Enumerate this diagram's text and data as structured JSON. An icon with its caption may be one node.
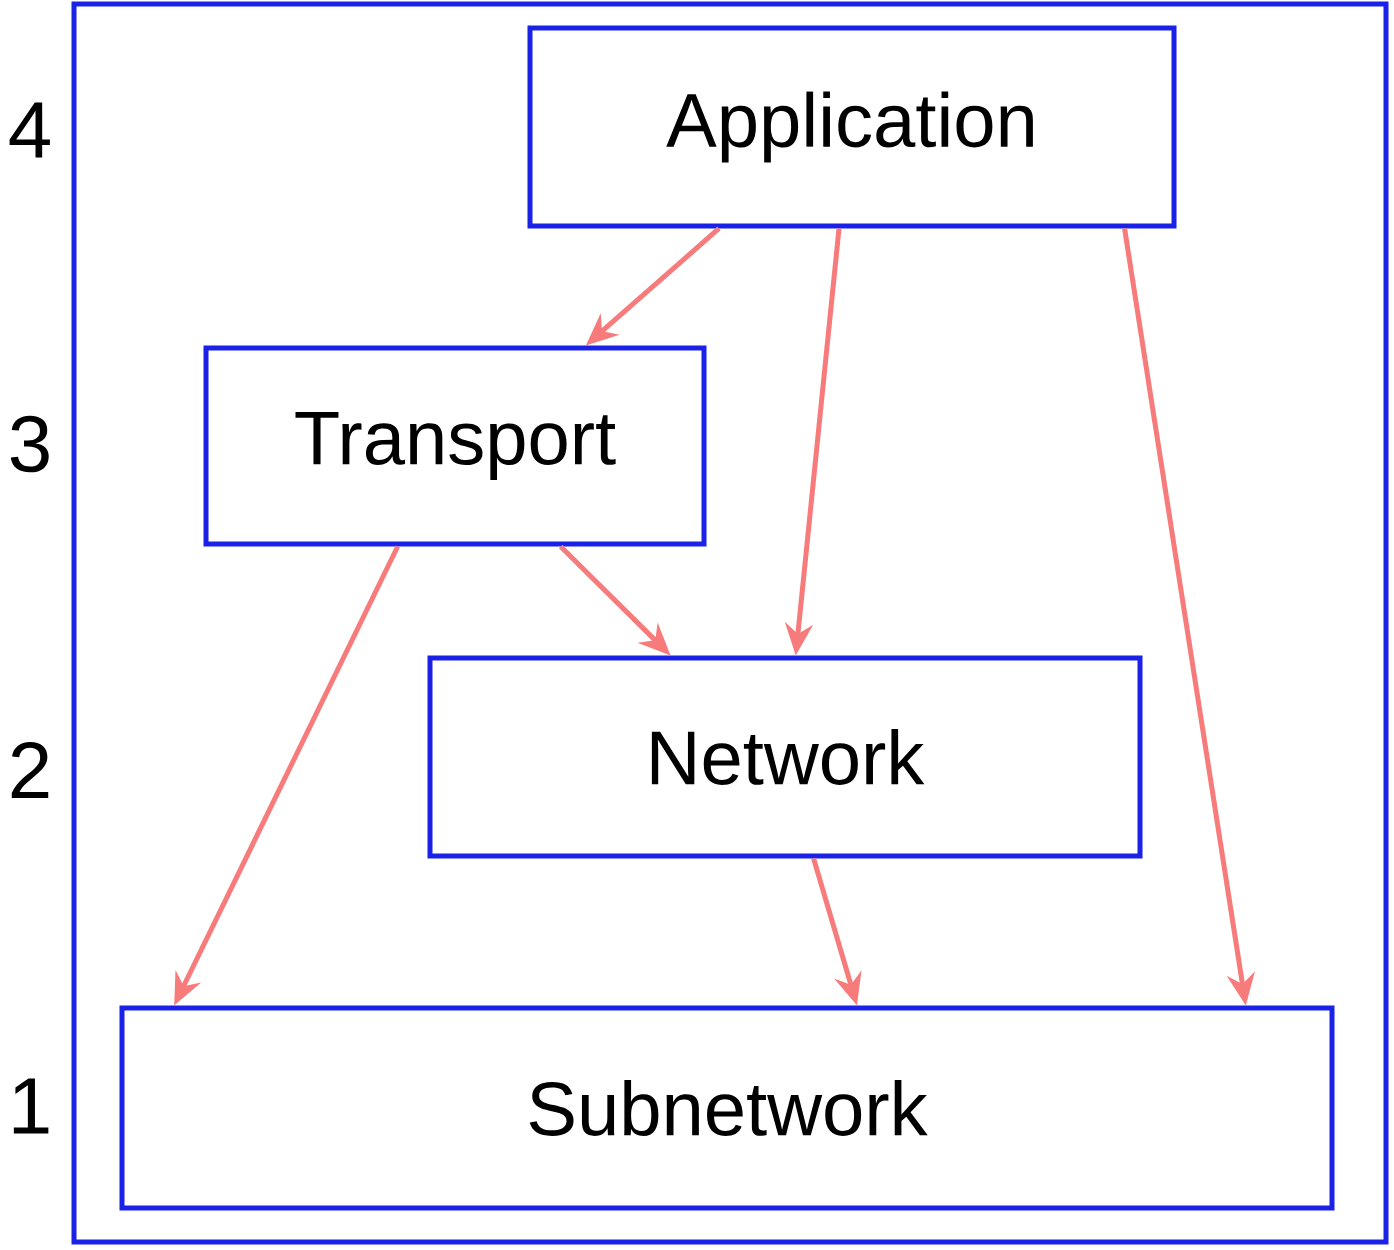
{
  "diagram": {
    "nodes": [
      {
        "text": [],
        "shape": "box"
      },
      {
        "text": [
          "Application"
        ],
        "in": 0
      },
      {
        "text": [
          "Transport"
        ],
        "in": 0
      },
      {
        "text": [
          "Network"
        ],
        "in": 0
      },
      {
        "text": [
          "Subnetwork"
        ],
        "in": 0
      }
    ],
    "edges": [
      {
        "from": 1,
        "to": 2,
        "arrow": "to"
      },
      {
        "from": 1,
        "to": 3,
        "arrow": "to"
      },
      {
        "from": 1,
        "to": 4,
        "arrow": "to"
      },
      {
        "from": 2,
        "to": 3,
        "arrow": "to"
      },
      {
        "from": 2,
        "to": 4,
        "arrow": "to"
      },
      {
        "from": 3,
        "to": 4,
        "arrow": "to"
      }
    ],
    "labels": [
      "4",
      "3",
      "2",
      "1"
    ]
  }
}
